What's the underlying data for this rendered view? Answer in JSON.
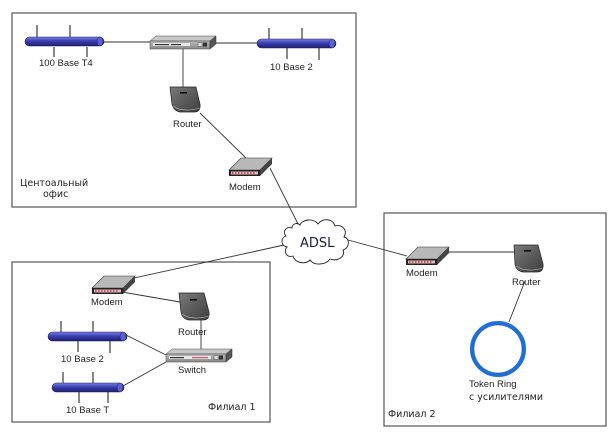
{
  "diagram": {
    "zones": {
      "central": {
        "label_line1": "Центоальный",
        "label_line2": "офис"
      },
      "branch1": {
        "label": "Филиал 1"
      },
      "branch2": {
        "label": "Филиал 2"
      }
    },
    "cloud": {
      "label": "ADSL"
    },
    "central": {
      "bus_left": {
        "label": "100 Base T4"
      },
      "bus_right": {
        "label": "10 Base 2"
      },
      "router": {
        "label": "Router"
      },
      "modem": {
        "label": "Modem"
      }
    },
    "branch1": {
      "modem": {
        "label": "Modem"
      },
      "router": {
        "label": "Router"
      },
      "switch": {
        "label": "Switch"
      },
      "bus_top": {
        "label": "10 Base 2"
      },
      "bus_bottom": {
        "label": "10 Base T"
      }
    },
    "branch2": {
      "modem": {
        "label": "Modem"
      },
      "router": {
        "label": "Router"
      },
      "ring": {
        "label_line1": "Token Ring",
        "label_line2": "с усилителями"
      }
    },
    "colors": {
      "bus": "#3a3fb0",
      "ring": "#1f6fd6",
      "device_gray": "#8a8a8a",
      "router_dark": "#5c5c5c",
      "modem_red": "#c85a6a"
    }
  }
}
